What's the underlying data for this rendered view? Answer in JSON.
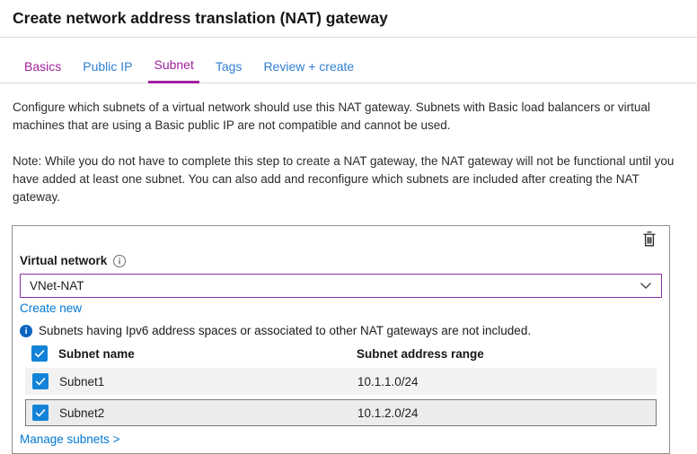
{
  "page": {
    "title": "Create network address translation (NAT) gateway"
  },
  "tabs": [
    {
      "label": "Basics",
      "state": "visited"
    },
    {
      "label": "Public IP",
      "state": "normal"
    },
    {
      "label": "Subnet",
      "state": "active"
    },
    {
      "label": "Tags",
      "state": "normal"
    },
    {
      "label": "Review + create",
      "state": "normal"
    }
  ],
  "intro_text": "Configure which subnets of a virtual network should use this NAT gateway. Subnets with Basic load balancers or virtual machines that are using a Basic public IP are not compatible and cannot be used.",
  "note_text": "Note: While you do not have to complete this step to create a NAT gateway, the NAT gateway will not be functional until you have added at least one subnet. You can also add and reconfigure which subnets are included after creating the NAT gateway.",
  "panel": {
    "virtual_network_label": "Virtual network",
    "vnet_dropdown": {
      "selected_value": "VNet-NAT"
    },
    "create_new_label": "Create new",
    "info_message": "Subnets having Ipv6 address spaces or associated to other NAT gateways are not included.",
    "table": {
      "select_all_checked": true,
      "columns": {
        "name": "Subnet name",
        "address_range": "Subnet address range"
      },
      "rows": [
        {
          "name": "Subnet1",
          "address_range": "10.1.1.0/24",
          "checked": true
        },
        {
          "name": "Subnet2",
          "address_range": "10.1.2.0/24",
          "checked": true
        }
      ]
    },
    "manage_subnets_label": "Manage subnets >"
  },
  "icons": {
    "delete": "trash-outline",
    "virtual_network_help": "info-circle-outline",
    "subnet_notice": "info-circle-filled",
    "dropdown": "chevron-down",
    "row_select": "checkbox-checked"
  },
  "colors": {
    "link_blue": "#0078d4",
    "tab_blue": "#2f80d2",
    "active_purple": "#a0219e",
    "dropdown_border_purple": "#8a2da5",
    "checkbox_blue": "#1283d8",
    "info_icon_blue": "#0a64c0",
    "panel_border": "#8f8f8f",
    "row_bg": "#f2f2f2",
    "row_outlined_bg": "#ececec",
    "divider": "#d8d8d8"
  }
}
